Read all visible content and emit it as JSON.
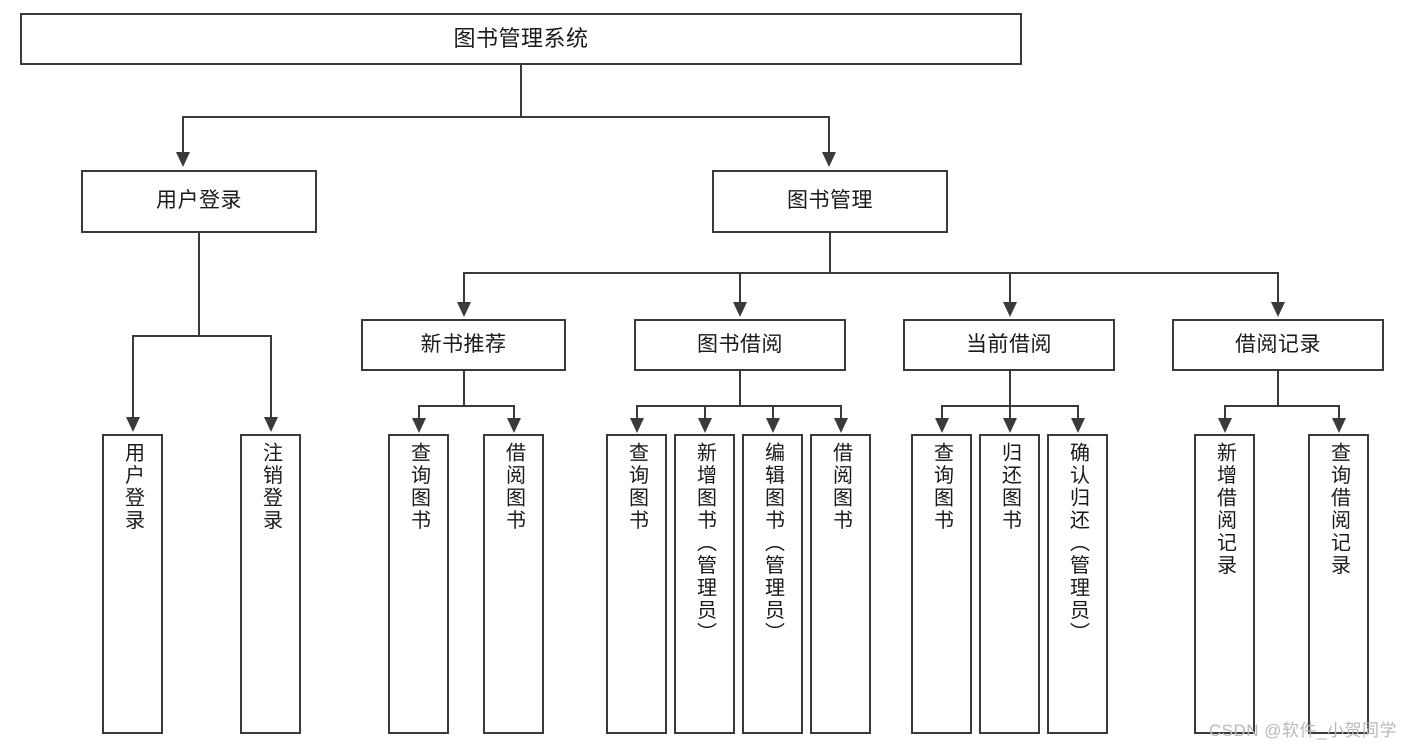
{
  "diagram": {
    "type": "tree-hierarchy-chart",
    "title": "图书管理系统",
    "watermark": "CSDN @软件_小贺同学",
    "colors": {
      "stroke": "#3a3a3a",
      "fill": "#ffffff",
      "text": "#1a1a1a",
      "watermark": "#b9b9b9"
    },
    "root": {
      "label": "图书管理系统"
    },
    "level2": [
      {
        "label": "用户登录"
      },
      {
        "label": "图书管理"
      }
    ],
    "level3": [
      {
        "label": "新书推荐"
      },
      {
        "label": "图书借阅"
      },
      {
        "label": "当前借阅"
      },
      {
        "label": "借阅记录"
      }
    ],
    "leaves": {
      "user_login": [
        {
          "label": "用户登录"
        },
        {
          "label": "注销登录"
        }
      ],
      "new_book_recommend": [
        {
          "label": "查询图书"
        },
        {
          "label": "借阅图书"
        }
      ],
      "book_borrow": [
        {
          "label": "查询图书"
        },
        {
          "label": "新增图书（管理员）"
        },
        {
          "label": "编辑图书（管理员）"
        },
        {
          "label": "借阅图书"
        }
      ],
      "current_borrow": [
        {
          "label": "查询图书"
        },
        {
          "label": "归还图书"
        },
        {
          "label": "确认归还（管理员）"
        }
      ],
      "borrow_record": [
        {
          "label": "新增借阅记录"
        },
        {
          "label": "查询借阅记录"
        }
      ]
    }
  }
}
